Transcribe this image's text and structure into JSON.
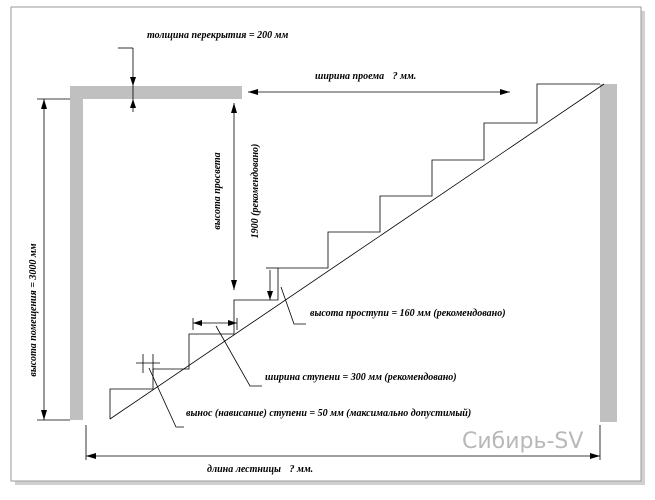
{
  "labels": {
    "slab_thickness": "толщина перекрытия = 200 мм",
    "opening_width": "ширина проема",
    "opening_width_value": "? мм.",
    "headroom_a": "высота просвета",
    "headroom_b": "1900 (рекомендовано)",
    "room_height": "высота помещения  = 3000 мм",
    "riser_height": "высота проступи = 160 мм (рекомендовано)",
    "tread_width": "ширина ступени = 300 мм (рекомендовано)",
    "nosing": "вынос (нависание) ступени = 50 мм (максимально допустимый)",
    "stair_length": "длина лестницы",
    "stair_length_value": "? мм.",
    "watermark": "Сибирь-SV"
  },
  "colors": {
    "wall_gray": "#c0c0c0",
    "text_red": "#c00000",
    "line": "#000000",
    "watermark": "#b8b8b8"
  }
}
